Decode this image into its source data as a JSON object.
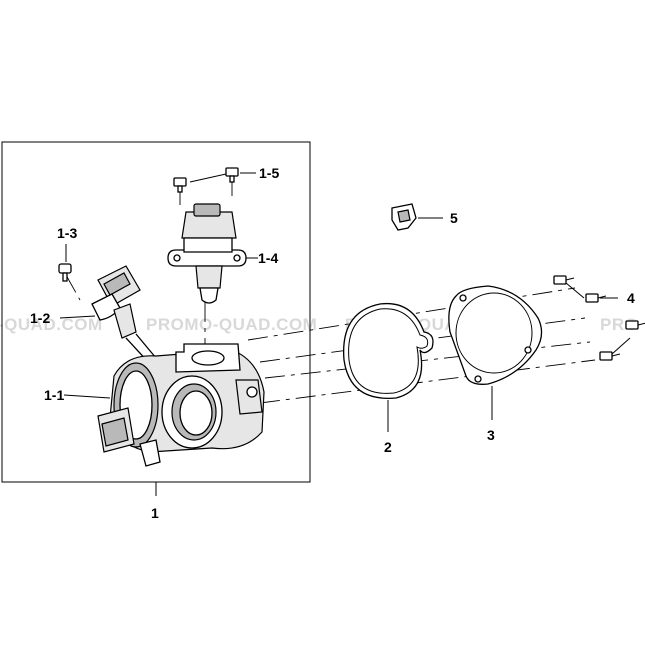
{
  "watermark": {
    "text_left": "-QUAD.COM",
    "text_center": "PROMO-QUAD.COM",
    "text_right": "PROMO-QUAD.COM",
    "text_edge": "PRO"
  },
  "labels": {
    "p1": "1",
    "p1_1": "1-1",
    "p1_2": "1-2",
    "p1_3": "1-3",
    "p1_4": "1-4",
    "p1_5": "1-5",
    "p2": "2",
    "p3": "3",
    "p4": "4",
    "p5": "5"
  },
  "colors": {
    "line": "#000000",
    "watermark": "#d8d8d8",
    "shade_light": "#e6e6e6",
    "shade_dark": "#b9b9b9"
  }
}
